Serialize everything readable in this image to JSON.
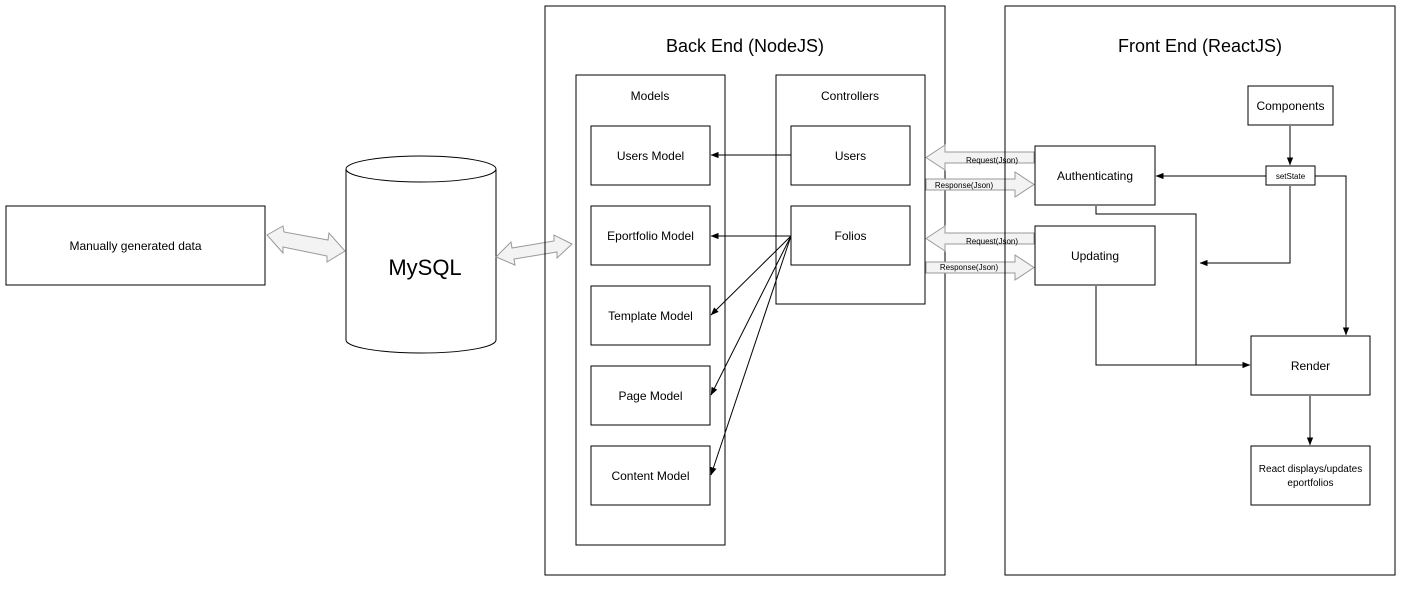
{
  "external": {
    "data_source": "Manually generated data"
  },
  "database": {
    "label": "MySQL"
  },
  "backend": {
    "title": "Back End (NodeJS)",
    "models": {
      "title": "Models",
      "items": [
        "Users Model",
        "Eportfolio Model",
        "Template Model",
        "Page Model",
        "Content Model"
      ]
    },
    "controllers": {
      "title": "Controllers",
      "items": [
        "Users",
        "Folios"
      ]
    }
  },
  "api": {
    "request_auth": "Request(Json)",
    "response_auth": "Response(Json)",
    "request_update": "Request(Json)",
    "response_update": "Response(Json)"
  },
  "frontend": {
    "title": "Front End (ReactJS)",
    "components": "Components",
    "set_state": "setState",
    "authenticating": "Authenticating",
    "updating": "Updating",
    "render": "Render",
    "display_line1": "React displays/updates",
    "display_line2": "eportfolios"
  },
  "colors": {
    "stroke": "#000000",
    "fat_arrow_fill": "#f3f3f3",
    "fat_arrow_stroke": "#9a9a9a"
  }
}
